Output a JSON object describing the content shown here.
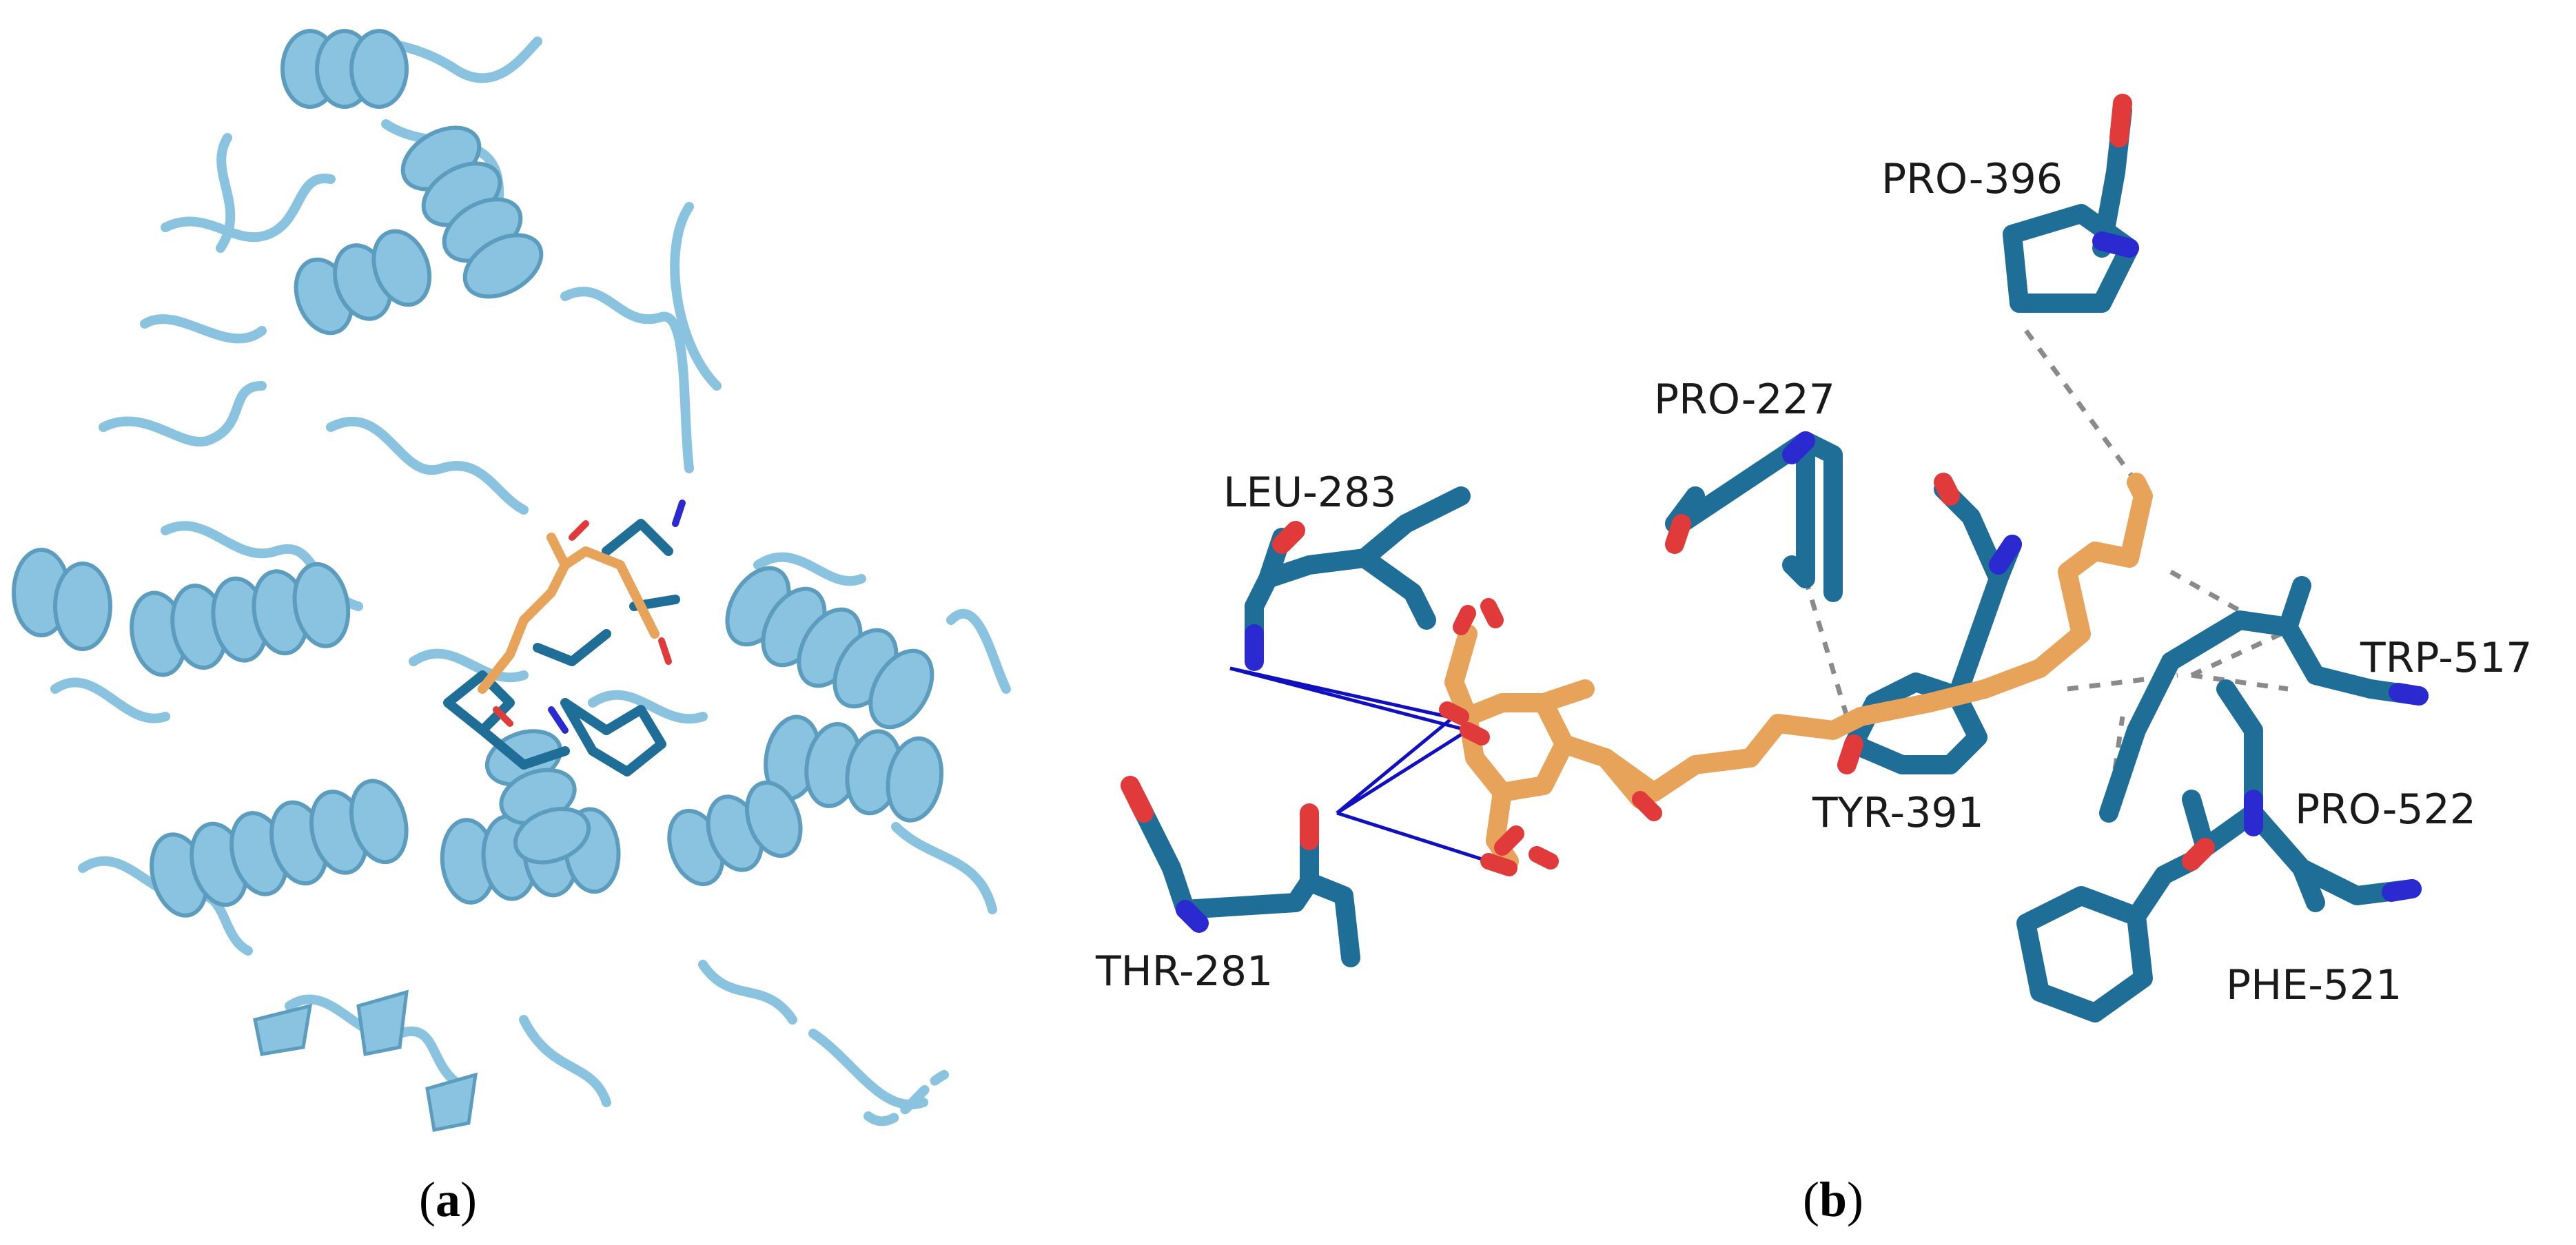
{
  "panels": {
    "a": {
      "open": "(",
      "letter": "a",
      "close": ")"
    },
    "b": {
      "open": "(",
      "letter": "b",
      "close": ")"
    }
  },
  "residues": {
    "pro396": "PRO-396",
    "pro227": "PRO-227",
    "leu283": "LEU-283",
    "trp517": "TRP-517",
    "pro522": "PRO-522",
    "tyr391": "TYR-391",
    "thr281": "THR-281",
    "phe521": "PHE-521"
  },
  "colors": {
    "cartoon": "#8ac3df",
    "cartoon_dark": "#5c9dbf",
    "residue": "#1f6e98",
    "residue_dark": "#155a7e",
    "ligand": "#e7a35a",
    "ligand_dark": "#c98236",
    "oxygen": "#e03a3a",
    "nitrogen": "#2a2ad0",
    "hbond": "#1010c0",
    "contact": "#8a8a8a"
  }
}
